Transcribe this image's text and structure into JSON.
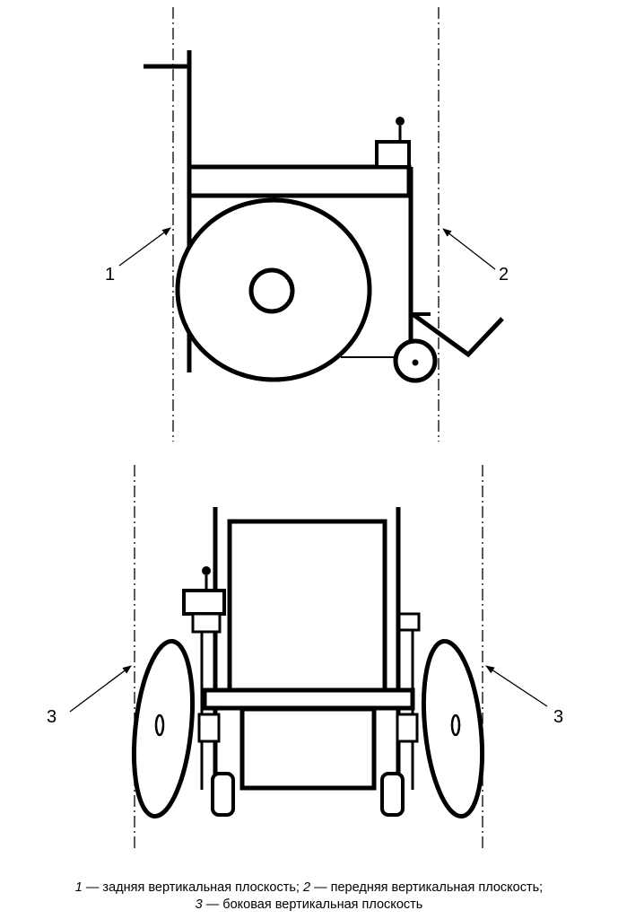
{
  "labels": {
    "rear": "1",
    "front": "2",
    "side_left": "3",
    "side_right": "3"
  },
  "legend": {
    "line1": [
      {
        "num": "1",
        "text": " — задняя вертикальная плоскость; "
      },
      {
        "num": "2",
        "text": " — передняя вертикальная плоскость;"
      }
    ],
    "line2": [
      {
        "num": "3",
        "text": " — боковая вертикальная плоскость"
      }
    ]
  }
}
